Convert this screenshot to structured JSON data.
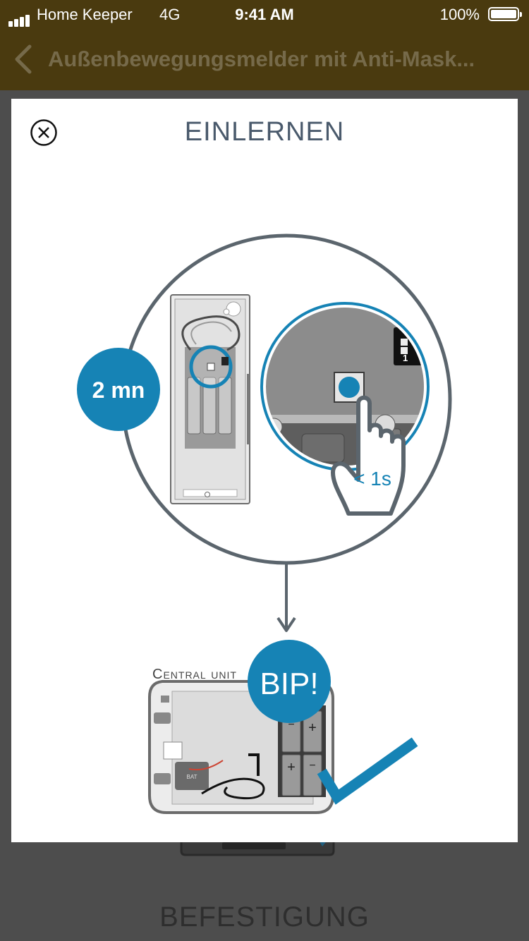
{
  "status_bar": {
    "carrier": "Home Keeper",
    "network": "4G",
    "time": "9:41 AM",
    "battery": "100%"
  },
  "nav": {
    "title": "Außenbewegungsmelder mit Anti-Mask...",
    "back_icon": "chevron-left-icon"
  },
  "modal": {
    "title": "EINLERNEN",
    "close_icon": "close-circle-icon",
    "illustration": {
      "timer_badge": "2 mn",
      "press_label": "< 1s",
      "central_unit_label": "Central unit",
      "beep_badge": "BIP!"
    }
  },
  "background": {
    "section_heading": "BEFESTIGUNG"
  },
  "colors": {
    "header": "#4a3a0f",
    "accent_blue": "#1683b5",
    "title_text": "#4a5a6c",
    "overlay": "#4d4d4d"
  }
}
